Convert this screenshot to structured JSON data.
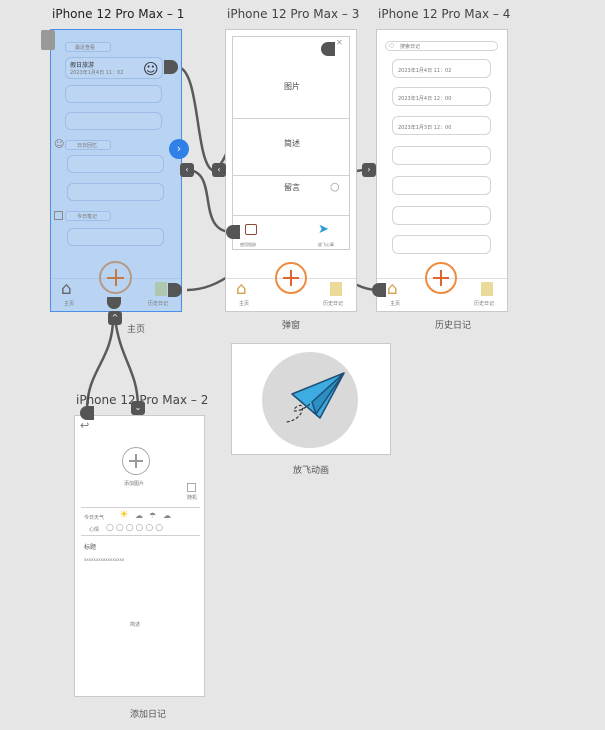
{
  "artboards": {
    "main": {
      "title": "iPhone 12 Pro Max – 1",
      "caption": "主页",
      "section1": "最近查看",
      "card_title": "假日旅游",
      "card_date": "2023年1月4日 11：02",
      "section2": "日日回忆",
      "section3": "今日笔记",
      "tab_home": "主页",
      "tab_history": "历史日记"
    },
    "popup": {
      "title": "iPhone 12 Pro Max – 3",
      "caption": "弹窗",
      "item1": "图片",
      "item2": "简述",
      "item3": "留言",
      "left_btn": "使用相册",
      "right_btn": "放飞心事",
      "tab_home": "主页",
      "tab_history": "历史日记"
    },
    "history": {
      "title": "iPhone 12 Pro Max – 4",
      "caption": "历史日记",
      "search_placeholder": "搜索日记",
      "dates": [
        "2023年1月4日   11：02",
        "2023年1月4日   12：00",
        "2023年1月3日   12：00"
      ],
      "tab_home": "主页",
      "tab_history": "历史日记"
    },
    "add": {
      "title": "iPhone 12 Pro Max – 2",
      "caption": "添加日记",
      "add_image": "添加图片",
      "random": "随机",
      "weather_label": "今日天气",
      "mood_label": "心情",
      "heading_label": "标题",
      "heading_value": "xxxxxxxxxxxxxxxxx",
      "body_label": "简述"
    },
    "animation": {
      "caption": "放飞动画"
    }
  },
  "colors": {
    "selection": "#4a8ee8",
    "accent": "#f08a3e",
    "connector": "#555555"
  }
}
